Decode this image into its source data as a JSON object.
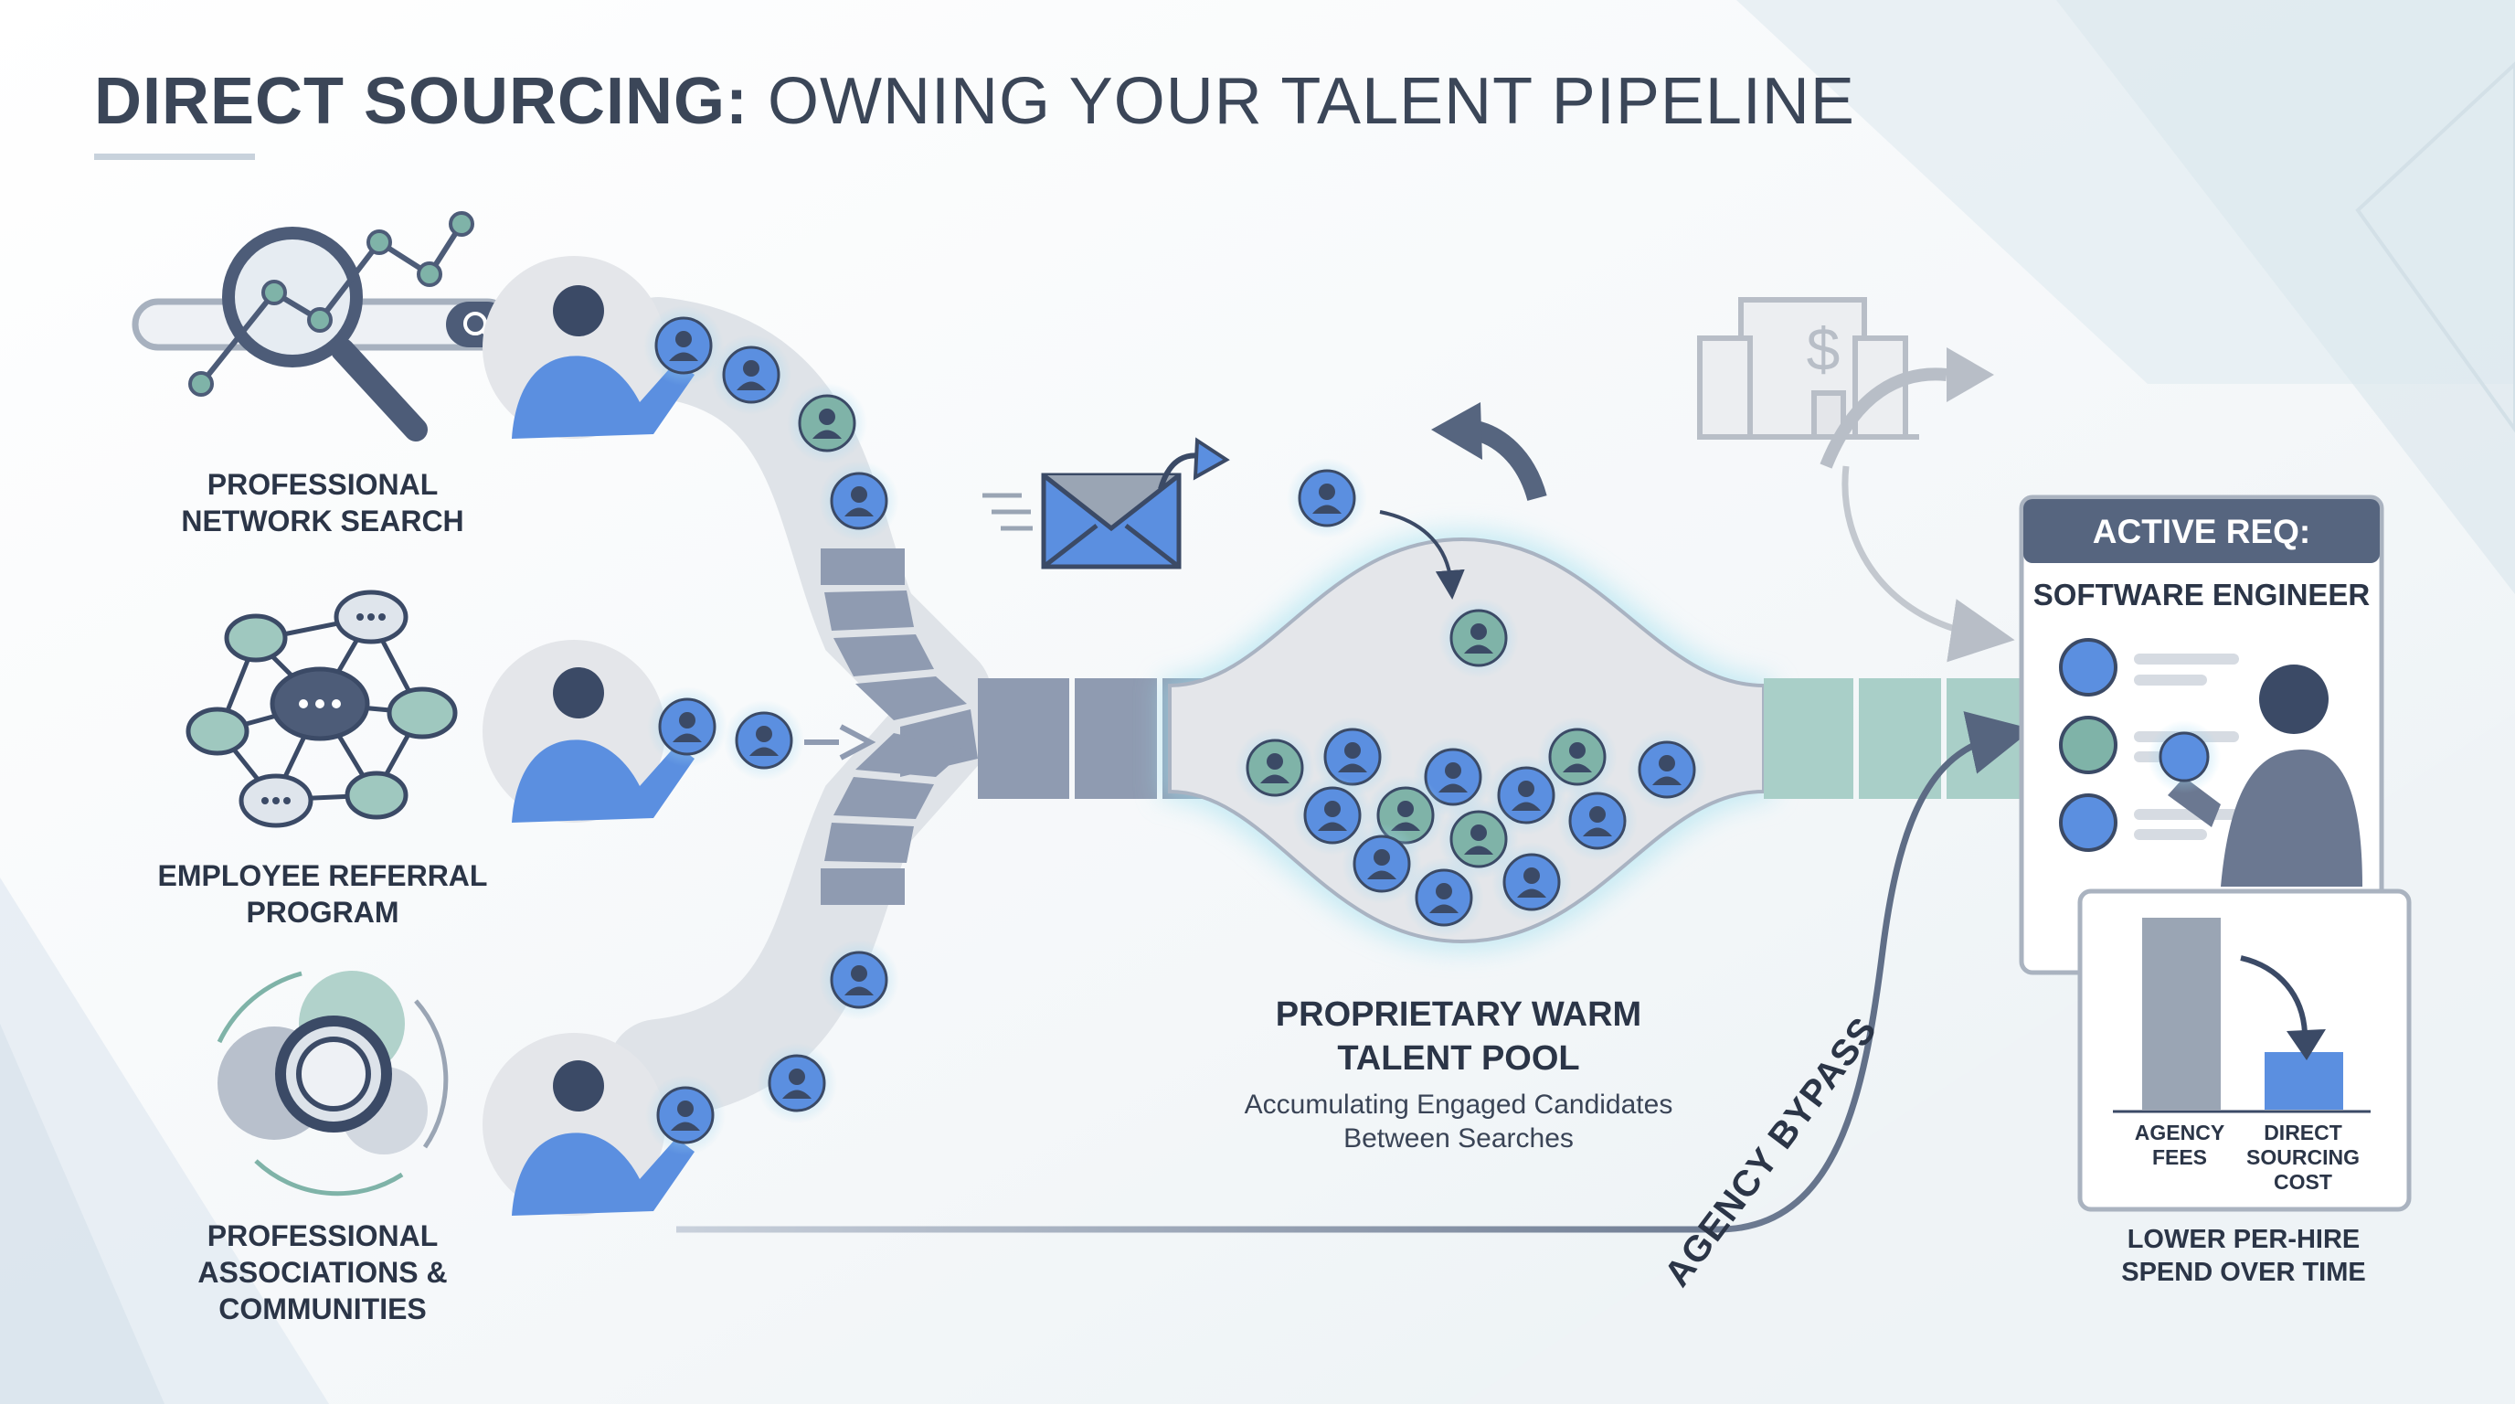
{
  "title": {
    "bold": "DIRECT SOURCING:",
    "light": "OWNING YOUR TALENT PIPELINE"
  },
  "sources": [
    {
      "label_line1": "PROFESSIONAL",
      "label_line2": "NETWORK SEARCH",
      "label_line3": ""
    },
    {
      "label_line1": "EMPLOYEE REFERRAL",
      "label_line2": "PROGRAM",
      "label_line3": ""
    },
    {
      "label_line1": "PROFESSIONAL",
      "label_line2": "ASSOCIATIONS &",
      "label_line3": "COMMUNITIES"
    }
  ],
  "pool": {
    "title_line1": "PROPRIETARY WARM",
    "title_line2": "TALENT POOL",
    "subtitle_line1": "Accumulating Engaged Candidates",
    "subtitle_line2": "Between Searches"
  },
  "bypass_label": "AGENCY BYPASS",
  "requisition": {
    "header": "ACTIVE REQ:",
    "role": "SOFTWARE ENGINEER"
  },
  "cost_chart": {
    "bars": [
      {
        "label_line1": "AGENCY",
        "label_line2": "FEES",
        "label_line3": "",
        "relative_height": 1.0,
        "color": "#9aa5b4"
      },
      {
        "label_line1": "DIRECT",
        "label_line2": "SOURCING",
        "label_line3": "COST",
        "relative_height": 0.3,
        "color": "#5b8fe0"
      }
    ],
    "caption_line1": "LOWER PER-HIRE",
    "caption_line2": "SPEND OVER TIME"
  },
  "colors": {
    "navy": "#3b4a66",
    "accent_blue": "#5b8fe0",
    "teal": "#7fb3a8",
    "pipe_gray": "#8f9bb1",
    "pipe_teal": "#a9cfc8",
    "pool_fill": "#e4e6ea"
  }
}
